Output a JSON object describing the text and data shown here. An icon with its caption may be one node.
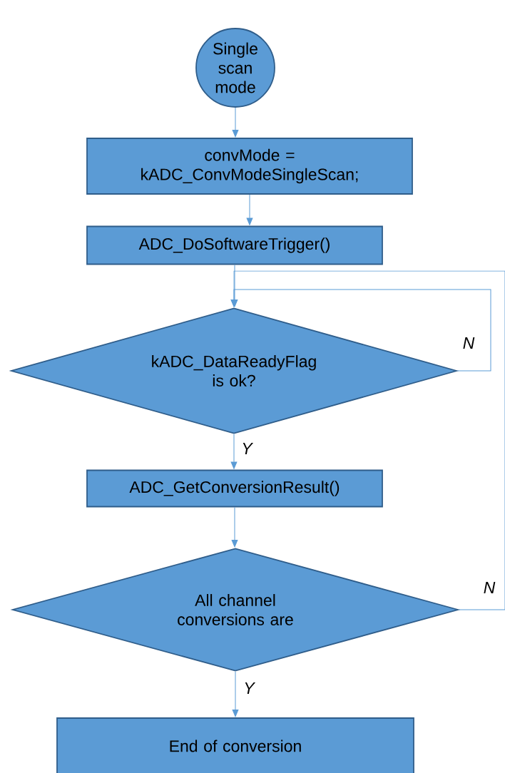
{
  "diagram": {
    "nodes": [
      {
        "text": [
          "Single scan mode"
        ]
      },
      {
        "text": [
          "convMode = kADC_ConvModeSingleScan;"
        ]
      },
      {
        "text": [
          "ADC_DoSoftwareTrigger()"
        ]
      },
      {
        "text": [
          "kADC_DataReadyFlag is ok?"
        ]
      },
      {
        "text": [
          "ADC_GetConversionResult()"
        ]
      },
      {
        "text": [
          "All channel conversions are"
        ]
      },
      {
        "text": [
          "End of conversion"
        ]
      }
    ],
    "edges": [
      {
        "from": 0,
        "to": 1,
        "arrow": "to"
      },
      {
        "from": 1,
        "to": 2,
        "arrow": "to"
      },
      {
        "from": 2,
        "to": 3,
        "arrow": "to"
      },
      {
        "from": 3,
        "to": 3,
        "arrow": "to",
        "label": "N"
      },
      {
        "from": 3,
        "to": 4,
        "arrow": "to",
        "label": "Y"
      },
      {
        "from": 4,
        "to": 5,
        "arrow": "to"
      },
      {
        "from": 5,
        "to": 3,
        "arrow": "to",
        "label": "N"
      },
      {
        "from": 5,
        "to": 6,
        "arrow": "to",
        "label": "Y"
      }
    ]
  }
}
